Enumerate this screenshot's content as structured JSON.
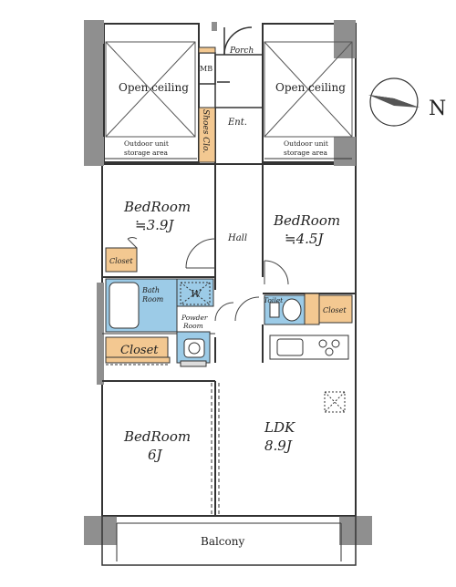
{
  "rooms": {
    "open_ceiling_left": "Open ceiling",
    "open_ceiling_right": "Open ceiling",
    "outdoor_unit_left_1": "Outdoor unit",
    "outdoor_unit_left_2": "storage area",
    "outdoor_unit_right_1": "Outdoor unit",
    "outdoor_unit_right_2": "storage area",
    "porch": "Porch",
    "mb": "MB",
    "shoes_closet": "Shoes Clo.",
    "entrance": "Ent.",
    "hall": "Hall",
    "bedroom_nw_name": "BedRoom",
    "bedroom_nw_size": "≒3.9J",
    "bedroom_ne_name": "BedRoom",
    "bedroom_ne_size": "≒4.5J",
    "closet_nw": "Closet",
    "bath_1": "Bath",
    "bath_2": "Room",
    "washer": "W",
    "powder_1": "Powder",
    "powder_2": "Room",
    "toilet": "Toilet",
    "closet_ne": "Closet",
    "closet_mid": "Closet",
    "bedroom_sw_name": "BedRoom",
    "bedroom_sw_size": "6J",
    "ldk_name": "LDK",
    "ldk_size": "8.9J",
    "balcony": "Balcony"
  },
  "compass": {
    "label": "N"
  },
  "colors": {
    "wall": "#8f8f8f",
    "pillar": "#8f8f8f",
    "closet": "#f3c891",
    "bath": "#9ccbe7",
    "line": "#333333"
  }
}
